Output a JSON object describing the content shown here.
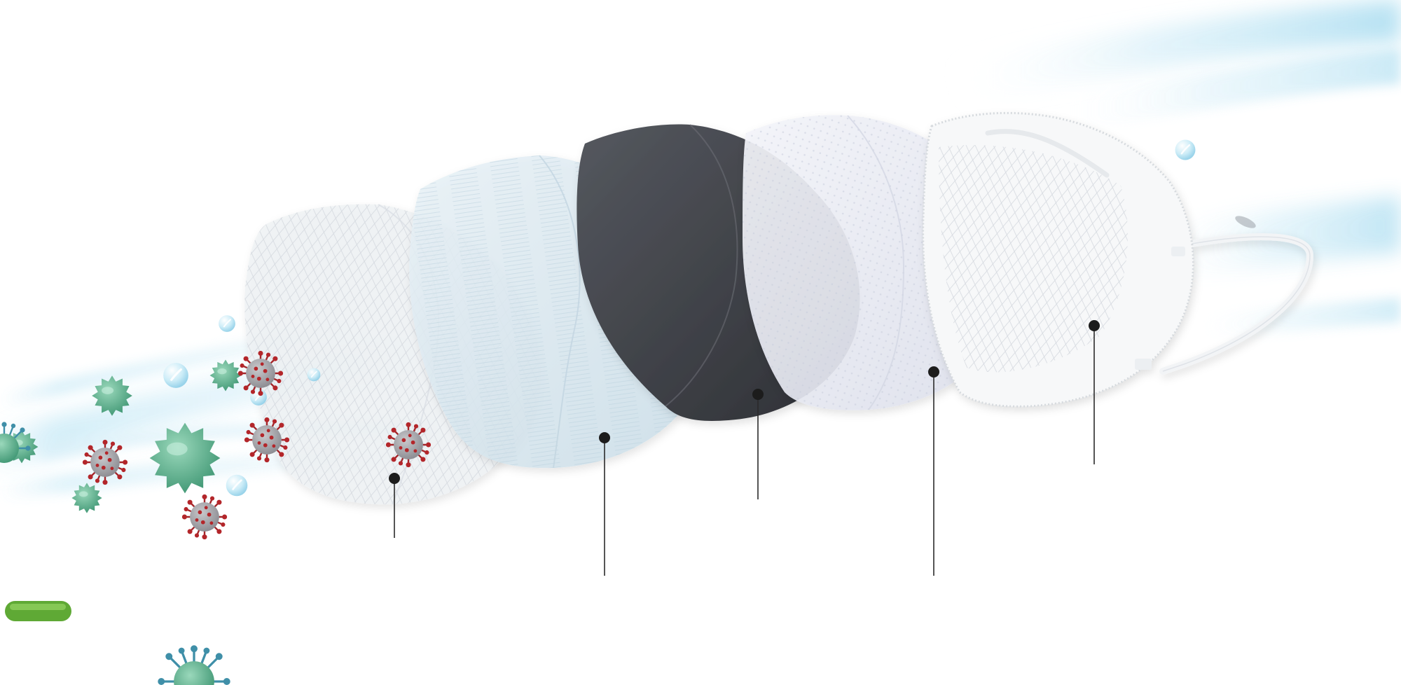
{
  "illustration": {
    "subject": "exploded-view-of-five-layer-face-mask",
    "layer_count": 5,
    "layers": [
      {
        "id": "layer-1",
        "name": "outer-layer",
        "tone": "#eef1f4",
        "texture": "diamond-weave"
      },
      {
        "id": "layer-2",
        "name": "second-layer",
        "tone": "#dbe9f1",
        "texture": "brushed-fiber"
      },
      {
        "id": "layer-3",
        "name": "middle-layer",
        "tone": "#3e4046",
        "texture": "solid"
      },
      {
        "id": "layer-4",
        "name": "fourth-layer",
        "tone": "#eceef5",
        "texture": "dot-perforated"
      },
      {
        "id": "layer-5",
        "name": "inner-mask-body",
        "tone": "#f7f8f9",
        "texture": "diamond-weave"
      }
    ],
    "callout_count": 5,
    "particles": {
      "coronavirus": 6,
      "green_virus": 7,
      "water_droplets": 8,
      "bacillus": 1
    }
  },
  "colors": {
    "background": "#ffffff",
    "airflow": "#bfe6f5",
    "callout": "#1c1c1c",
    "coronavirus": "#b3262a",
    "virus_green": "#5fae8c",
    "bacillus": "#5fa935",
    "droplet": "#a9dcf0"
  }
}
